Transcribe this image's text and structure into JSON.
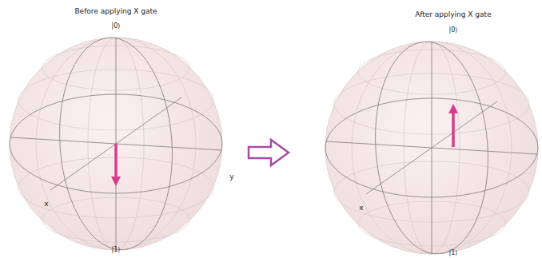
{
  "diagram": {
    "labels": [
      "Before applying X gate",
      "|0⟩",
      "|1⟩",
      "x",
      "y",
      "After applying X gate",
      "|0⟩",
      "|1⟩",
      "x"
    ]
  }
}
